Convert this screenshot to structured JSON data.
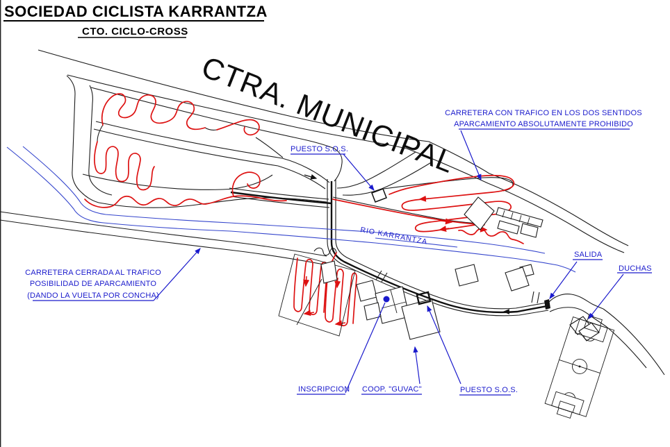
{
  "header": {
    "title": "SOCIEDAD CICLISTA KARRANTZA",
    "subtitle": "CTO. CICLO-CROSS"
  },
  "map": {
    "main_road_label": "CTRA. MUNICIPAL",
    "river_label": "RIO KARRANTZA",
    "labels": {
      "puesto_sos_top": "PUESTO S.O.S.",
      "traffic_warning_line1": "CARRETERA CON TRAFICO EN LOS DOS SENTIDOS",
      "traffic_warning_line2": "APARCAMIENTO ABSOLUTAMENTE PROHIBIDO",
      "closed_road_line1": "CARRETERA CERRADA AL TRAFICO",
      "closed_road_line2": "POSIBILIDAD DE APARCAMIENTO",
      "closed_road_line3": "(DANDO LA VUELTA POR CONCHA)",
      "salida": "SALIDA",
      "duchas": "DUCHAS",
      "inscripcion": "INSCRIPCION",
      "coop_guvac": "COOP. \"GUVAC\"",
      "puesto_sos_bottom": "PUESTO S.O.S."
    },
    "colors": {
      "annotation_blue": "#1a1acc",
      "course_red": "#dd1111",
      "line_black": "#1a1a1a",
      "river_blue": "#3344cc"
    }
  }
}
